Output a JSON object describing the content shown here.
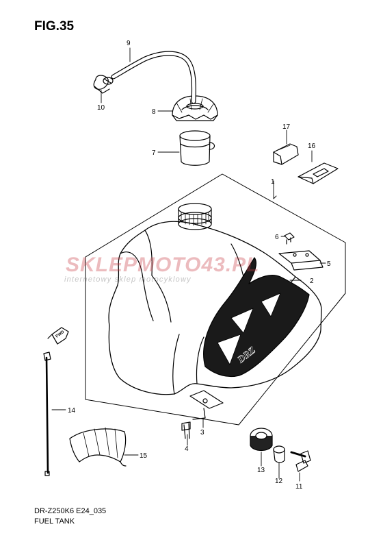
{
  "figure": {
    "title": "FIG.35"
  },
  "footer": {
    "model_code": "DR-Z250K6 E24_035",
    "section_name": "FUEL TANK"
  },
  "watermark": {
    "brand": "SKLEPMOTO43.PL",
    "tagline": "internetowy sklep motocyklowy"
  },
  "tank_decal": {
    "text": "DRZ"
  },
  "fwd_marker": {
    "text": "FWD"
  },
  "callouts": [
    {
      "id": "c1",
      "label": "1"
    },
    {
      "id": "c2",
      "label": "2"
    },
    {
      "id": "c3",
      "label": "3"
    },
    {
      "id": "c4",
      "label": "4"
    },
    {
      "id": "c5",
      "label": "5"
    },
    {
      "id": "c6",
      "label": "6"
    },
    {
      "id": "c7",
      "label": "7"
    },
    {
      "id": "c8",
      "label": "8"
    },
    {
      "id": "c9",
      "label": "9"
    },
    {
      "id": "c10",
      "label": "10"
    },
    {
      "id": "c11",
      "label": "11"
    },
    {
      "id": "c12",
      "label": "12"
    },
    {
      "id": "c13",
      "label": "13"
    },
    {
      "id": "c14",
      "label": "14"
    },
    {
      "id": "c15",
      "label": "15"
    },
    {
      "id": "c16",
      "label": "16"
    },
    {
      "id": "c17",
      "label": "17"
    }
  ]
}
